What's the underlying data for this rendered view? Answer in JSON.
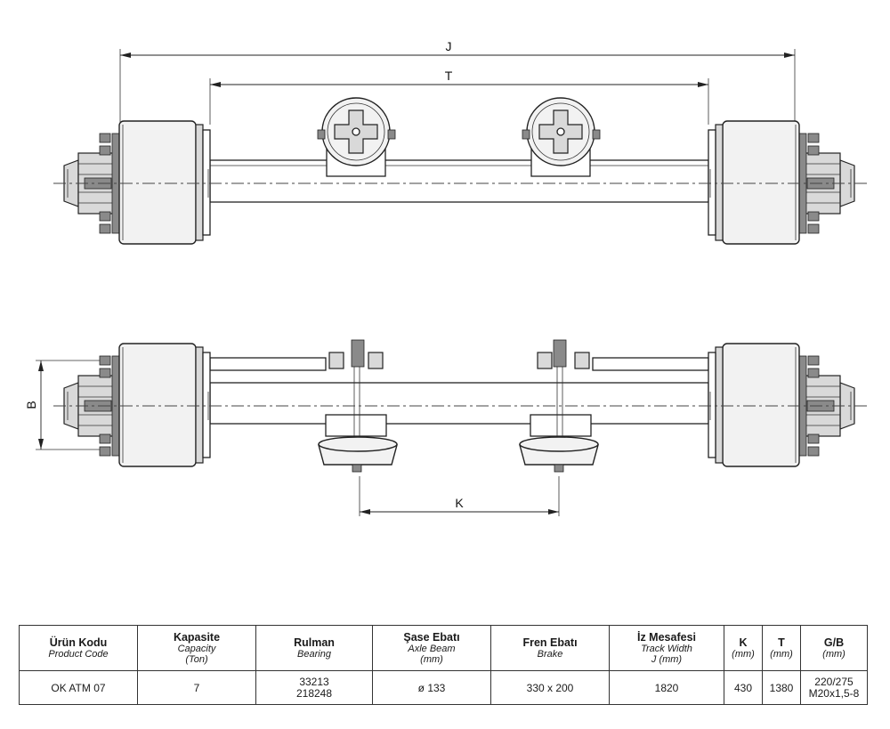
{
  "drawing": {
    "dimensions": {
      "J": "J",
      "T": "T",
      "K": "K",
      "B": "B"
    }
  },
  "table": {
    "headers": [
      {
        "tr": "Ürün Kodu",
        "en": "Product Code",
        "en2": ""
      },
      {
        "tr": "Kapasite",
        "en": "Capacity",
        "en2": "(Ton)"
      },
      {
        "tr": "Rulman",
        "en": "Bearing",
        "en2": ""
      },
      {
        "tr": "Şase Ebatı",
        "en": "Axle Beam",
        "en2": "(mm)"
      },
      {
        "tr": "Fren Ebatı",
        "en": "Brake",
        "en2": ""
      },
      {
        "tr": "İz Mesafesi",
        "en": "Track Width",
        "en2": "J (mm)"
      },
      {
        "tr": "K",
        "en": "(mm)",
        "en2": ""
      },
      {
        "tr": "T",
        "en": "(mm)",
        "en2": ""
      },
      {
        "tr": "G/B",
        "en": "(mm)",
        "en2": ""
      }
    ],
    "row": {
      "product_code": "OK ATM 07",
      "capacity": "7",
      "bearing_1": "33213",
      "bearing_2": "218248",
      "axle_beam": "ø 133",
      "brake": "330 x 200",
      "track_width": "1820",
      "k": "430",
      "t": "1380",
      "gb_1": "220/275",
      "gb_2": "M20x1,5-8"
    }
  }
}
